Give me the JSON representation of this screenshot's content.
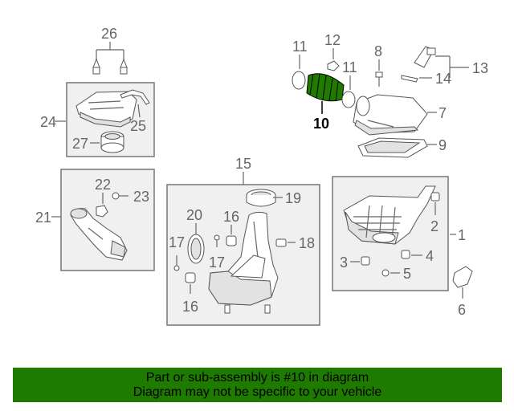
{
  "diagram": {
    "highlight_color": "#1f7a00",
    "callouts": {
      "c1": "1",
      "c2": "2",
      "c3": "3",
      "c4": "4",
      "c5": "5",
      "c6": "6",
      "c7": "7",
      "c8": "8",
      "c9": "9",
      "c10": "10",
      "c11a": "11",
      "c11b": "11",
      "c12": "12",
      "c13": "13",
      "c14": "14",
      "c15": "15",
      "c16a": "16",
      "c16b": "16",
      "c17a": "17",
      "c17b": "17",
      "c18": "18",
      "c19": "19",
      "c20": "20",
      "c21": "21",
      "c22": "22",
      "c23": "23",
      "c24": "24",
      "c25": "25",
      "c26": "26",
      "c27": "27"
    }
  },
  "banner": {
    "line1": "Part or sub-assembly is #10 in diagram",
    "line2": "Diagram may not be specific to your vehicle",
    "background": "#1f7a00"
  }
}
